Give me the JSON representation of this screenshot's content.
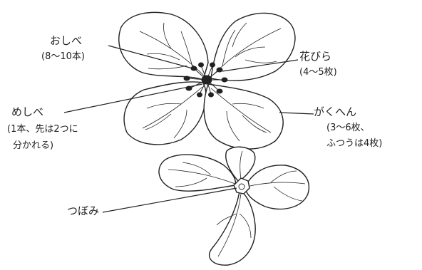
{
  "labels": {
    "oshibe": {
      "name": "おしべ",
      "detail": "(8〜10本)"
    },
    "hanabira": {
      "name": "花びら",
      "detail": "(4〜5枚)"
    },
    "meshibe": {
      "name": "めしべ",
      "detail_line1": "(1本、先は2つに",
      "detail_line2": "分かれる)"
    },
    "gakuhen": {
      "name": "がくへん",
      "detail_line1": "(3〜6枚、",
      "detail_line2": "ふつうは4枚)"
    },
    "tsubomi": {
      "name": "つぼみ"
    }
  },
  "colors": {
    "ink": "#222222",
    "background": "#ffffff"
  }
}
